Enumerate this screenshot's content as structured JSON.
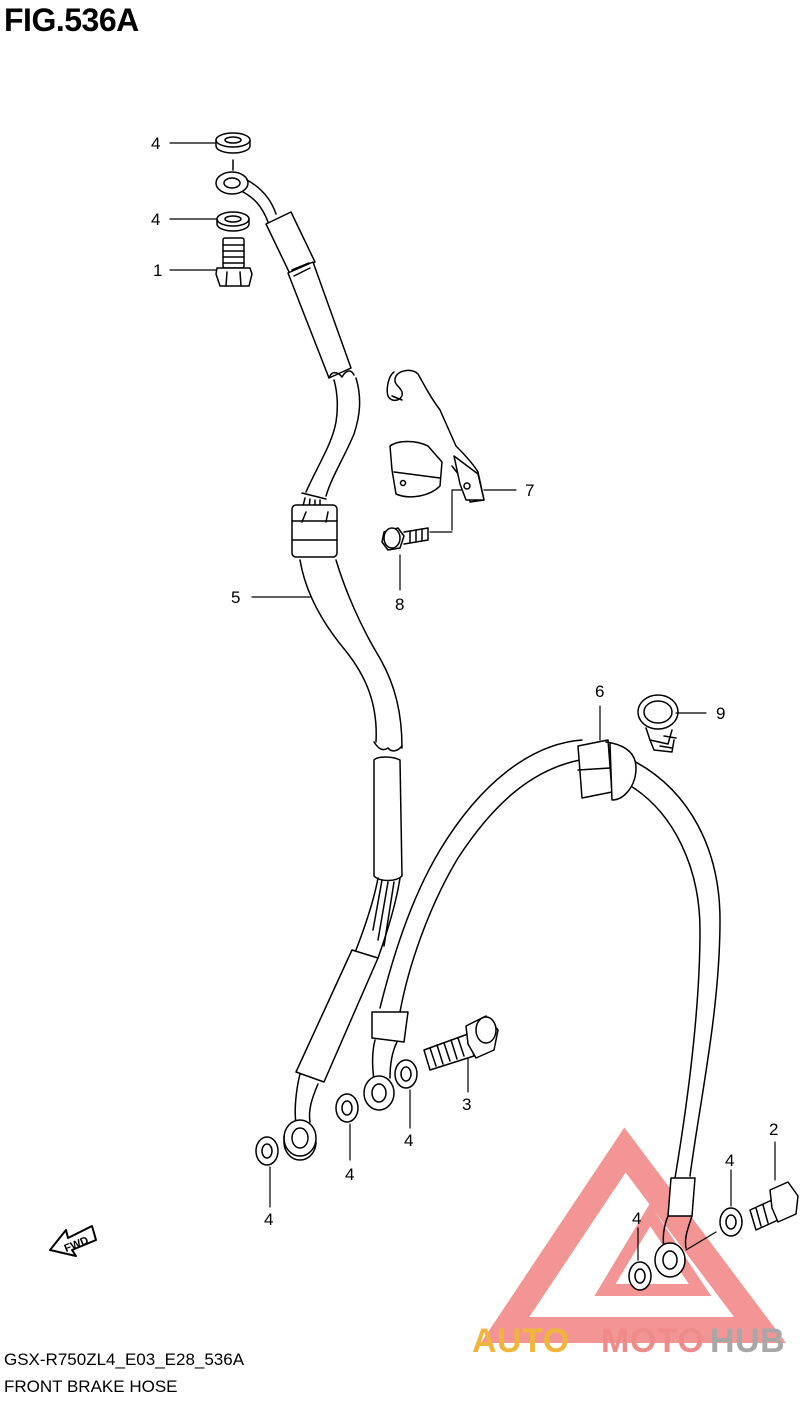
{
  "figure": {
    "title": "FIG.536A",
    "model_code": "GSX-R750ZL4_E03_E28_536A",
    "caption": "FRONT BRAKE HOSE",
    "forward_label": "FWD"
  },
  "callouts": [
    {
      "id": "c-4a",
      "label": "4"
    },
    {
      "id": "c-4b",
      "label": "4"
    },
    {
      "id": "c-1",
      "label": "1"
    },
    {
      "id": "c-7",
      "label": "7"
    },
    {
      "id": "c-8",
      "label": "8"
    },
    {
      "id": "c-5",
      "label": "5"
    },
    {
      "id": "c-6",
      "label": "6"
    },
    {
      "id": "c-9",
      "label": "9"
    },
    {
      "id": "c-3",
      "label": "3"
    },
    {
      "id": "c-4c",
      "label": "4"
    },
    {
      "id": "c-4d",
      "label": "4"
    },
    {
      "id": "c-4e",
      "label": "4"
    },
    {
      "id": "c-2",
      "label": "2"
    },
    {
      "id": "c-4f",
      "label": "4"
    },
    {
      "id": "c-4g",
      "label": "4"
    }
  ],
  "watermark": {
    "part1": "AUTO",
    "part2": "MOTO",
    "part3": "HUB",
    "colors": {
      "triangle": "#ef7272",
      "part1": "#f0b63c",
      "part2": "#ef8a8a",
      "part3": "#a7a7a7"
    }
  }
}
